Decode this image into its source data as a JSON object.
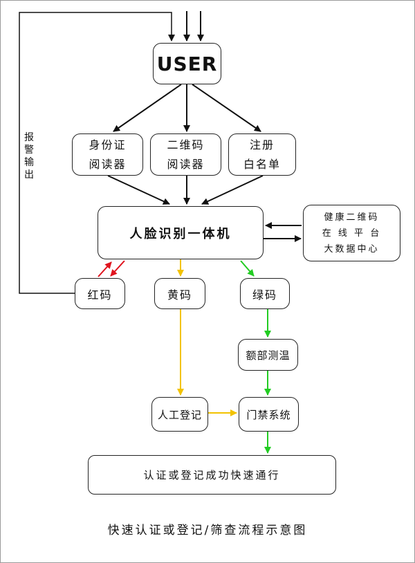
{
  "nodes": {
    "user": "USER",
    "id_reader": [
      "身份证",
      "阅读器"
    ],
    "qr_reader": [
      "二维码",
      "阅读器"
    ],
    "whitelist": [
      "注册",
      "白名单"
    ],
    "face_terminal": "人脸识别一体机",
    "health_platform": [
      "健康二维码",
      "在 线 平 台",
      "大数据中心"
    ],
    "red_code": "红码",
    "yellow_code": "黄码",
    "green_code": "绿码",
    "temperature": "额部测温",
    "manual_register": "人工登记",
    "access_control": "门禁系统",
    "pass": "认证或登记成功快速通行"
  },
  "alarm_label": [
    "报",
    "警",
    "输",
    "出"
  ],
  "caption": "快速认证或登记/筛查流程示意图",
  "colors": {
    "line": "#111111",
    "red": "#e0141e",
    "yellow": "#f2c200",
    "green": "#22cc22"
  }
}
